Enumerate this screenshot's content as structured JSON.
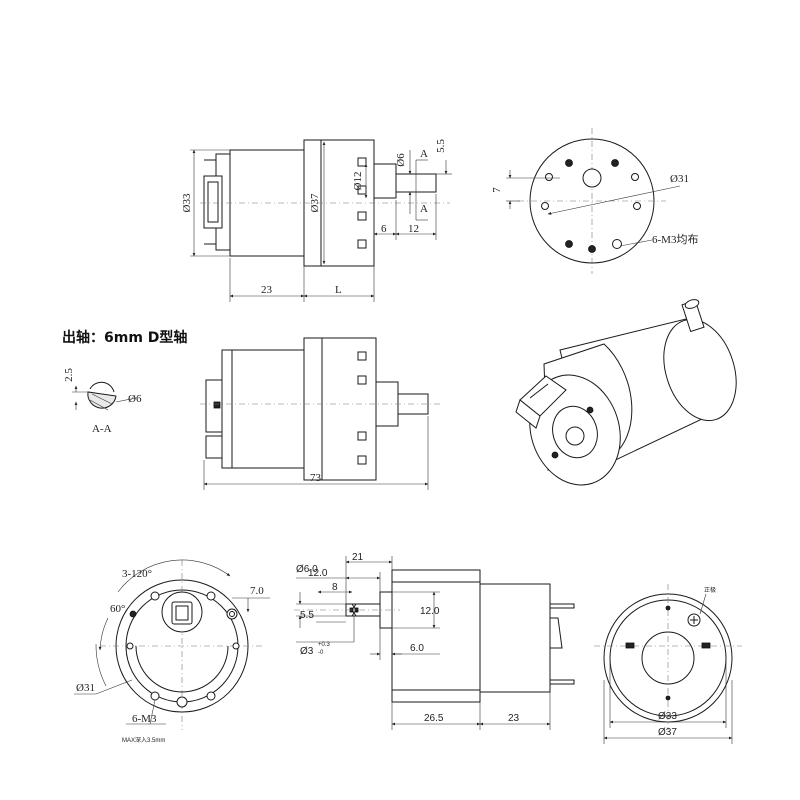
{
  "top_side_view": {
    "dia_33": "Ø33",
    "dia_37": "Ø37",
    "dia_12": "Ø12",
    "dia_6": "Ø6",
    "section_a_top": "A",
    "section_a_bottom": "A",
    "dim_5_5": "5.5",
    "dim_6": "6",
    "dim_12": "12",
    "dim_23": "23",
    "dim_L": "L"
  },
  "top_end_view": {
    "dia_31": "Ø31",
    "dim_7": "7",
    "holes_label": "6-M3均布"
  },
  "shaft_heading": "出轴：6mm D型轴",
  "section_view": {
    "dim_2_5": "2.5",
    "dia_6": "Ø6",
    "label": "A-A"
  },
  "mid_side_view": {
    "dim_73": "73"
  },
  "bottom_front_view": {
    "angle_label": "3-120°",
    "angle_60": "60°",
    "dim_7_0": "7.0",
    "dia_31": "Ø31",
    "holes_label": "6-M3",
    "depth_note": "MAX深入3.5mm"
  },
  "bottom_side_view": {
    "dim_21": "21",
    "dia_6_0": "Ø6.0",
    "dim_12_0_top": "12.0",
    "dim_8": "8",
    "dim_5_5": "5.5",
    "dim_12_0_right": "12.0",
    "dia_3": "Ø3",
    "tol_upper": "+0.3",
    "tol_lower": "-0",
    "dim_6_0": "6.0",
    "dim_26_5": "26.5",
    "dim_23": "23"
  },
  "bottom_rear_view": {
    "dia_33": "Ø33",
    "dia_37": "Ø37",
    "polarity_note": "正极"
  }
}
